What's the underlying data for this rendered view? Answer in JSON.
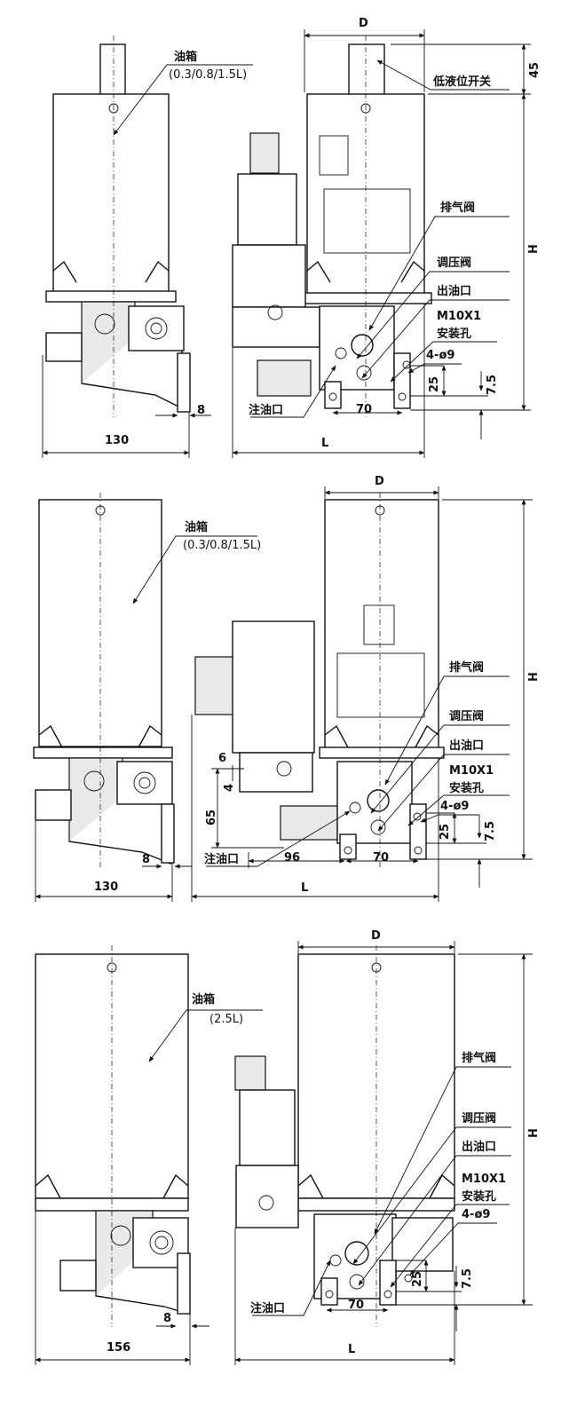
{
  "diagrams": [
    {
      "tank_label": "油箱",
      "tank_capacity": "(0.3/0.8/1.5L)",
      "width_front": "130",
      "bracket_thickness": "8",
      "dim_D": "D",
      "dim_H": "H",
      "dim_L": "L",
      "top_height": "45",
      "low_level_switch": "低液位开关",
      "vent_valve": "排气阀",
      "pressure_valve": "调压阀",
      "outlet": "出油口",
      "thread_spec": "M10X1",
      "mount_hole": "安装孔",
      "hole_spec": "4-ø9",
      "hole_spacing": "70",
      "dim_25": "25",
      "dim_7_5": "7.5",
      "fill_port": "注油口"
    },
    {
      "tank_label": "油箱",
      "tank_capacity": "(0.3/0.8/1.5L)",
      "width_front": "130",
      "bracket_thickness": "8",
      "dim_D": "D",
      "dim_H": "H",
      "dim_L": "L",
      "vent_valve": "排气阀",
      "pressure_valve": "调压阀",
      "outlet": "出油口",
      "thread_spec": "M10X1",
      "mount_hole": "安装孔",
      "hole_spec": "4-ø9",
      "hole_spacing": "70",
      "dim_25": "25",
      "dim_7_5": "7.5",
      "fill_port": "注油口",
      "dim_6": "6",
      "dim_4": "4",
      "dim_65": "65",
      "dim_96": "96"
    },
    {
      "tank_label": "油箱",
      "tank_capacity": "(2.5L)",
      "width_front": "156",
      "bracket_thickness": "8",
      "dim_D": "D",
      "dim_H": "H",
      "dim_L": "L",
      "vent_valve": "排气阀",
      "pressure_valve": "调压阀",
      "outlet": "出油口",
      "thread_spec": "M10X1",
      "mount_hole": "安装孔",
      "hole_spec": "4-ø9",
      "hole_spacing": "70",
      "dim_25": "25",
      "dim_7_5": "7.5",
      "fill_port": "注油口"
    }
  ]
}
